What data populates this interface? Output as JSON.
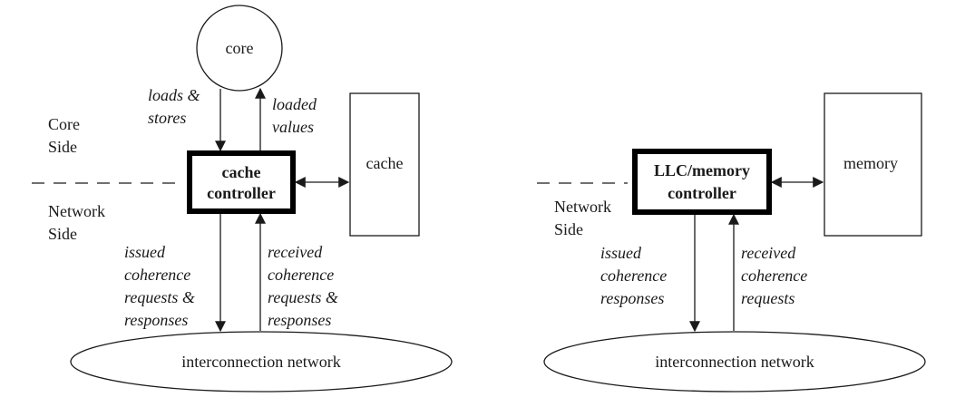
{
  "left": {
    "core": "core",
    "loads_stores": [
      "loads &",
      "stores"
    ],
    "loaded_values": [
      "loaded",
      "values"
    ],
    "core_side": [
      "Core",
      "Side"
    ],
    "network_side": [
      "Network",
      "Side"
    ],
    "controller": [
      "cache",
      "controller"
    ],
    "cache": "cache",
    "issued": [
      "issued",
      "coherence",
      "requests &",
      "responses"
    ],
    "received": [
      "received",
      "coherence",
      "requests &",
      "responses"
    ],
    "network": "interconnection network"
  },
  "right": {
    "network_side": [
      "Network",
      "Side"
    ],
    "controller": [
      "LLC/memory",
      "controller"
    ],
    "memory": "memory",
    "issued": [
      "issued",
      "coherence",
      "responses"
    ],
    "received": [
      "received",
      "coherence",
      "requests"
    ],
    "network": "interconnection network"
  }
}
